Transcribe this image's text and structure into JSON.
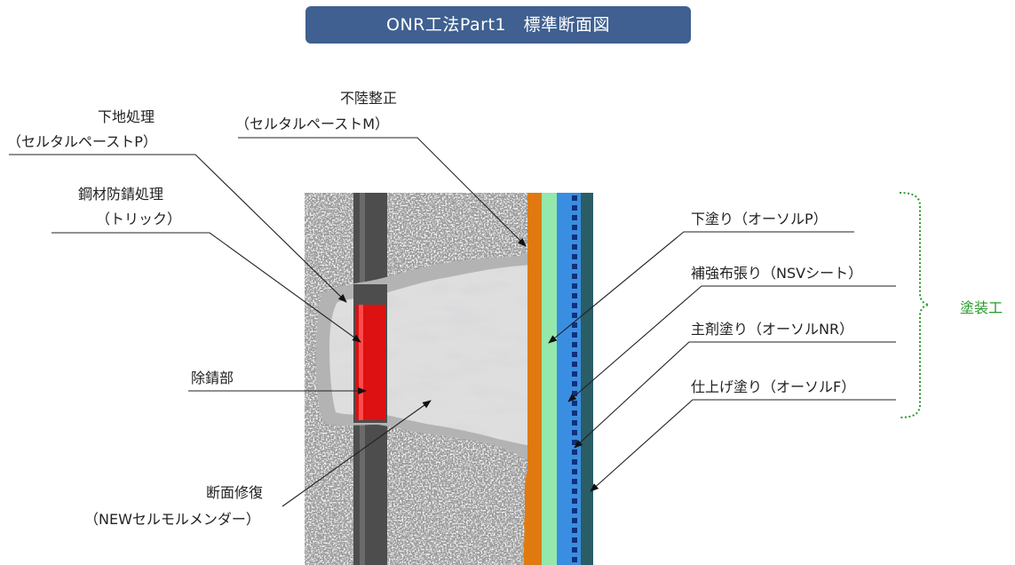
{
  "title": "ONR工法Part1　標準断面図",
  "colors": {
    "title_bg": "#3f6090",
    "concrete": "#9a9a9a",
    "repair_mortar": "#dcdcdc",
    "paste_border": "#b0b0b0",
    "rebar": "#4a4a4a",
    "rust_removed": "#dd1111",
    "undercoat": "#e07a10",
    "reinforcement_sheet": "#90e8a8",
    "main_coat": "#2f8ae0",
    "top_coat": "#2a5d66",
    "coating_bracket": "#2a9a2a"
  },
  "labels": {
    "base_treatment": {
      "line1": "下地処理",
      "line2": "（セルタルペーストP）"
    },
    "leveling": {
      "line1": "不陸整正",
      "line2": "（セルタルペーストM）"
    },
    "steel_rust_treatment": {
      "line1": "鋼材防錆処理",
      "line2": "（トリック）"
    },
    "rust_removal_part": "除錆部",
    "section_repair": {
      "line1": "断面修復",
      "line2": "（NEWセルモルメンダー）"
    },
    "undercoat": "下塗り（オーソルP）",
    "reinforcement": "補強布張り（NSVシート）",
    "main_coat": "主剤塗り（オーソルNR）",
    "finish_coat": "仕上げ塗り（オーソルF）",
    "coating_work": "塗装工"
  }
}
